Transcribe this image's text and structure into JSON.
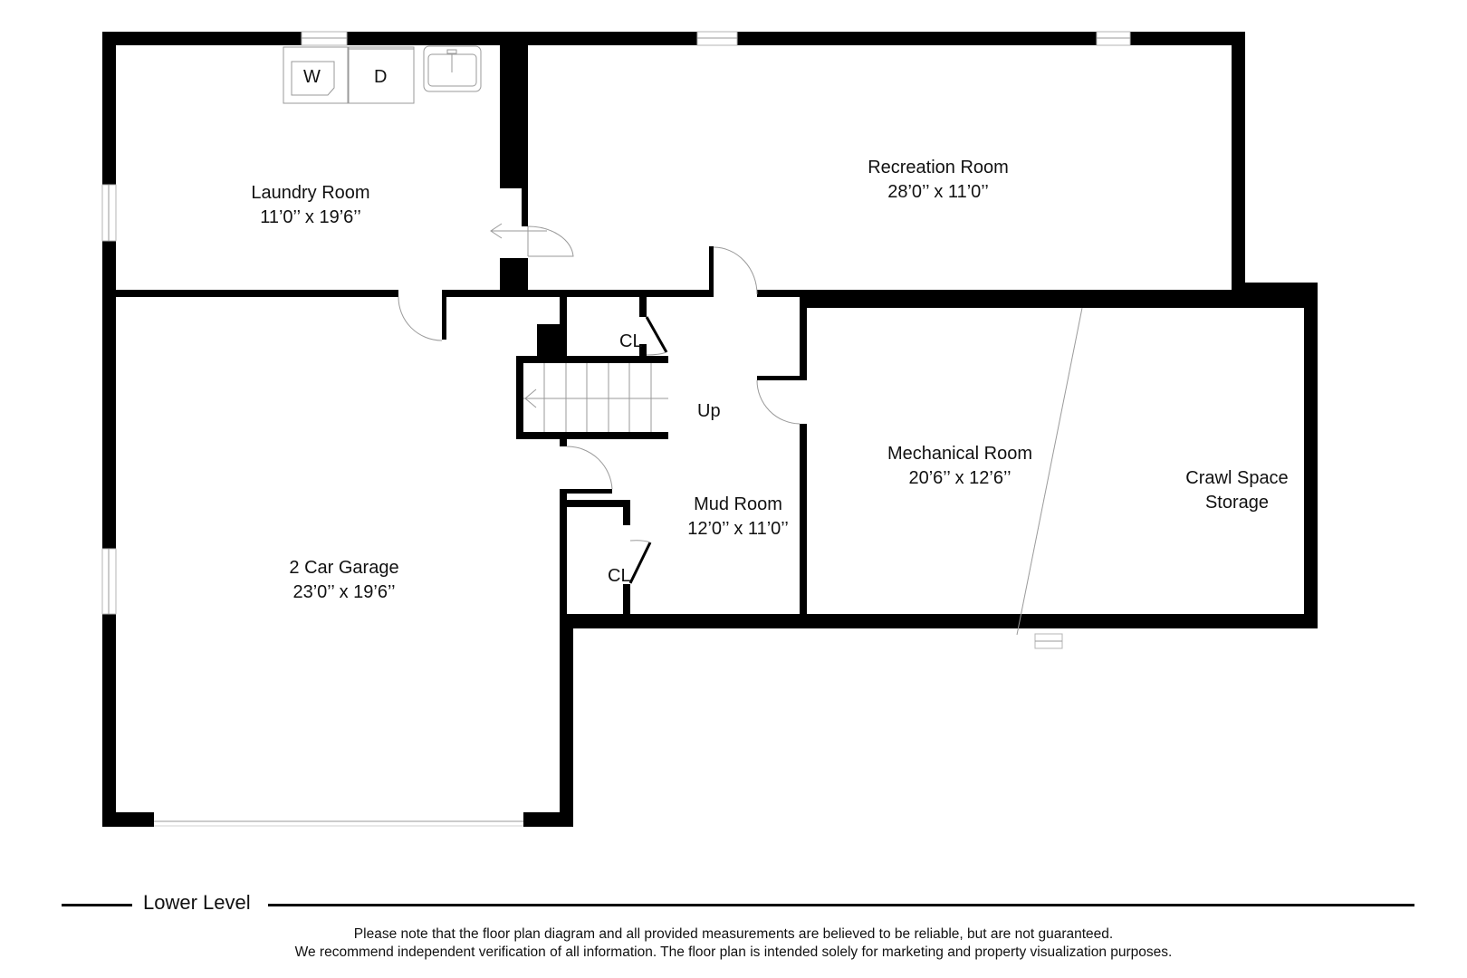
{
  "floor_plan": {
    "level_title": "Lower Level",
    "rooms": [
      {
        "name": "Laundry Room",
        "dimensions": "11’0’’ x 19’6’’"
      },
      {
        "name": "Recreation Room",
        "dimensions": "28’0’’ x 11’0’’"
      },
      {
        "name": "2 Car Garage",
        "dimensions": "23’0’’ x 19’6’’"
      },
      {
        "name": "Mud Room",
        "dimensions": "12’0’’ x 11’0’’"
      },
      {
        "name": "Mechanical Room",
        "dimensions": "20’6’’ x 12’6’’"
      },
      {
        "name": "Crawl Space",
        "name_line2": "Storage"
      }
    ],
    "closets": [
      {
        "label": "CL"
      },
      {
        "label": "CL"
      }
    ],
    "stairs": {
      "label": "Up"
    },
    "appliances": {
      "washer": "W",
      "dryer": "D",
      "sink": "sink"
    }
  },
  "disclaimer": {
    "line1": "Please note that the floor plan diagram and all provided measurements are believed to be reliable, but are not guaranteed.",
    "line2": "We recommend independent verification of all information. The floor plan is intended solely for marketing and property visualization purposes."
  }
}
